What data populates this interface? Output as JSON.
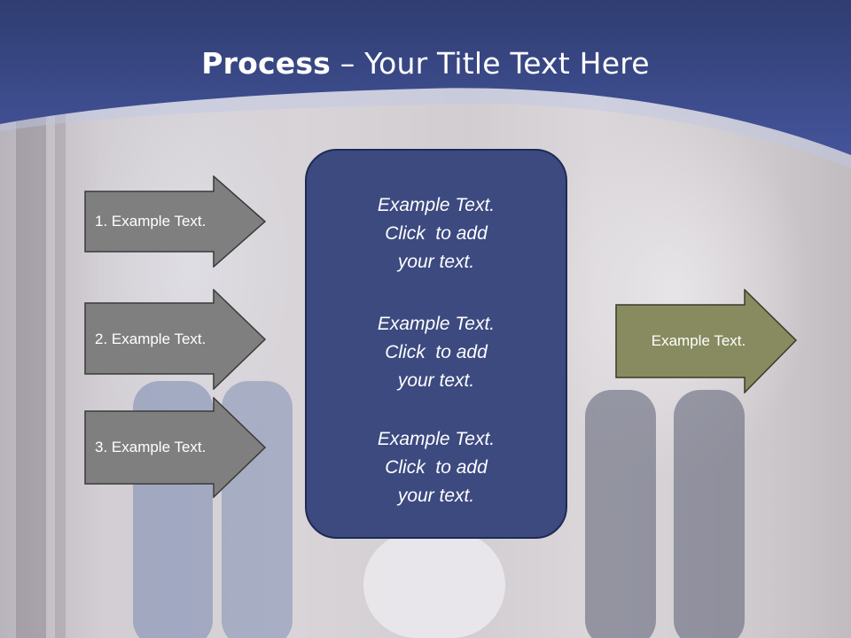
{
  "title": {
    "bold": "Process",
    "rest": " – Your Title Text Here"
  },
  "left_arrows": [
    {
      "label": "1. Example Text."
    },
    {
      "label": "2. Example Text."
    },
    {
      "label": "3. Example Text."
    }
  ],
  "center_box": {
    "blocks": [
      {
        "line1": "Example Text.",
        "line2": "Click  to add",
        "line3": "your text."
      },
      {
        "line1": "Example Text.",
        "line2": "Click  to add",
        "line3": "your text."
      },
      {
        "line1": "Example Text.",
        "line2": "Click  to add",
        "line3": "your text."
      }
    ]
  },
  "right_arrow": {
    "label": "Example Text."
  },
  "colors": {
    "header_blue": "#3a4a85",
    "box_blue": "#3c4a80",
    "arrow_gray": "#7f7f7f",
    "arrow_olive": "#878b5f"
  }
}
